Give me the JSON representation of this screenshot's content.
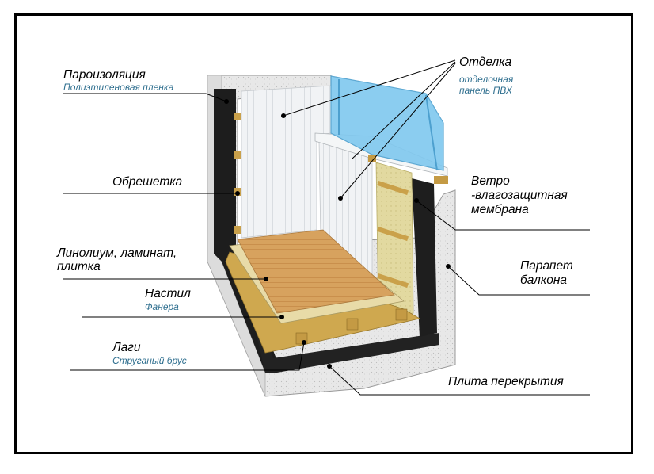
{
  "labels": {
    "vapor_barrier": {
      "title": "Пароизоляция",
      "sub": "Полиэтиленовая пленка"
    },
    "finish": {
      "title": "Отделка",
      "sub_line1": "отделочная",
      "sub_line2": "панель ПВХ"
    },
    "battens": {
      "title": "Обрешетка"
    },
    "membrane": {
      "line1": "Ветро",
      "line2": "-влагозащитная",
      "line3": "мембрана"
    },
    "flooring": {
      "line1": "Линолиум, ламинат,",
      "line2": "плитка"
    },
    "parapet": {
      "line1": "Парапет",
      "line2": "балкона"
    },
    "decking": {
      "title": "Настил",
      "sub": "Фанера"
    },
    "joists": {
      "title": "Лаги",
      "sub": "Струганый брус"
    },
    "slab": {
      "title": "Плита перекрытия"
    }
  },
  "colors": {
    "concrete": "#e6e6e6",
    "insulation_black": "#1c1c1c",
    "panel": "#eef1f3",
    "laminate": "#d9a461",
    "plywood": "#e7d9a8",
    "wood": "#c8a24a",
    "glass": "#6fbde8",
    "subtitle": "#2f6f8f"
  }
}
